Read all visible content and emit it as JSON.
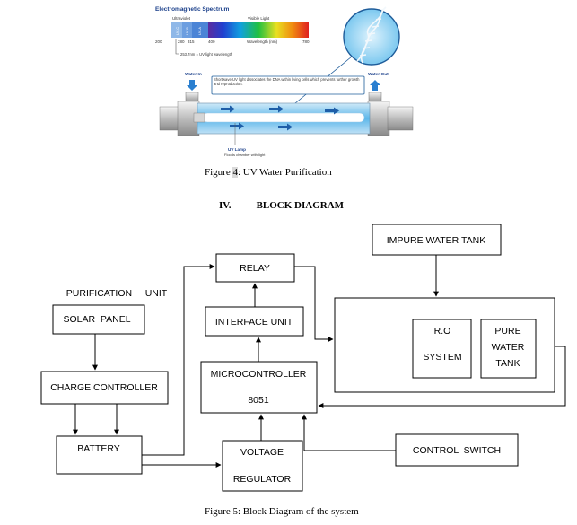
{
  "figure4": {
    "spectrum_title": "Electromagnetic Spectrum",
    "ultraviolet_label": "Ultraviolet",
    "visible_label": "Visible Light",
    "band_c": "UV-C",
    "band_b": "UV-B",
    "band_a": "UV-A",
    "tick_200": "200",
    "tick_280": "280",
    "tick_315": "315",
    "tick_400": "400",
    "wavelength_label": "Wavelength (nm)",
    "tick_780": "780",
    "uv_note": "253.7nm = UV light wavelength",
    "water_in": "Water In",
    "water_out": "Water Out",
    "dna_note": "Shortwave UV light dissociates the DNA within living cells which prevents further growth and reproduction.",
    "lamp_label": "UV Lamp",
    "lamp_sublabel": "Floods chamber with light",
    "caption_prefix": "Figure ",
    "caption_num": "4",
    "caption_rest": ": UV Water Purification"
  },
  "section": {
    "number": "IV.",
    "title": "BLOCK DIAGRAM"
  },
  "diagram": {
    "impure_tank": "IMPURE WATER TANK",
    "relay": "RELAY",
    "purification_unit": "PURIFICATION     UNIT",
    "solar_panel": "SOLAR  PANEL",
    "interface_unit": "INTERFACE UNIT",
    "ro_line1": "R.O",
    "ro_line2": "SYSTEM",
    "pure_line1": "PURE",
    "pure_line2": "WATER",
    "pure_line3": "TANK",
    "microcontroller_line1": "MICROCONTROLLER",
    "microcontroller_line2": "8051",
    "charge_controller": "CHARGE CONTROLLER",
    "battery": "BATTERY",
    "voltage_line1": "VOLTAGE",
    "voltage_line2": "REGULATOR",
    "control_switch": "CONTROL  SWITCH"
  },
  "figure5": {
    "caption": "Figure 5: Block Diagram of the system"
  }
}
